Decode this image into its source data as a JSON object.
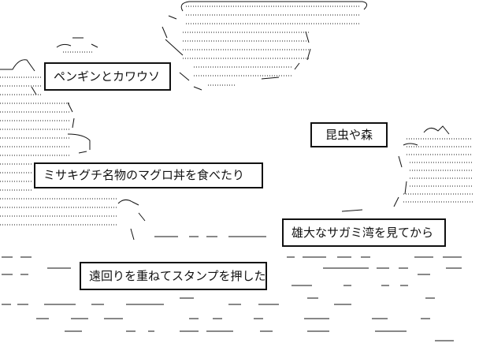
{
  "labels": {
    "penguin": "ペンギンとカワウソ",
    "insect": "昆虫や森",
    "misaki": "ミサキグチ名物のマグロ丼を食べたり",
    "bay": "雄大なサガミ湾を見てから",
    "stamp": "遠回りを重ねてスタンプを押した"
  },
  "colors": {
    "ink": "#111111",
    "background": "#ffffff"
  }
}
